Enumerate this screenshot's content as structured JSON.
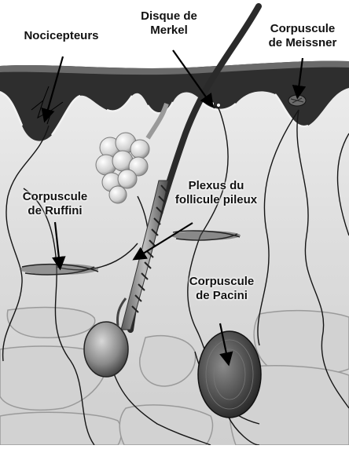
{
  "labels": {
    "nociceptors": "Nocicepteurs",
    "merkel": "Disque de\nMerkel",
    "meissner": "Corpuscule\nde Meissner",
    "ruffini": "Corpuscule\nde Ruffini",
    "hair_plexus": "Plexus du\nfollicule pileux",
    "pacini": "Corpuscule\nde Pacini"
  },
  "colors": {
    "background": "#ffffff",
    "epidermis_dark": "#2e2e2e",
    "dermis": "#dedede",
    "fat_lobule": "#cfcfcf",
    "hair": "#2a2a2a",
    "nerve": "#151515",
    "label_text": "#111111"
  }
}
